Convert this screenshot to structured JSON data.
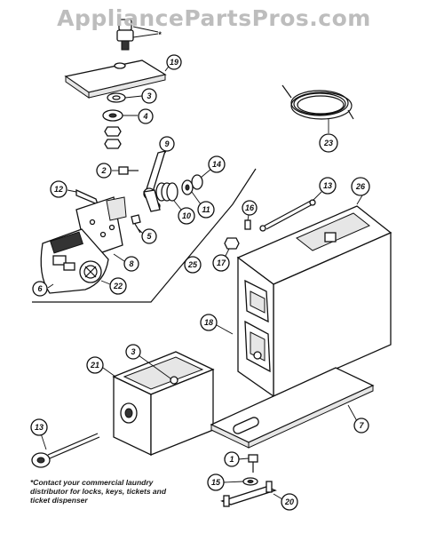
{
  "watermark": "AppliancePartsPros.com",
  "note": "*Contact your commercial laundry distributor for locks, keys, tickets and ticket dispenser",
  "asterisk": "*",
  "callouts": {
    "c19": "19",
    "c3a": "3",
    "c4": "4",
    "c23": "23",
    "c9": "9",
    "c2": "2",
    "c14": "14",
    "c12": "12",
    "c10": "10",
    "c11": "11",
    "c5": "5",
    "c8": "8",
    "c6": "6",
    "c22": "22",
    "c25": "25",
    "c16": "16",
    "c13a": "13",
    "c26": "26",
    "c17": "17",
    "c18": "18",
    "c3b": "3",
    "c21": "21",
    "c7": "7",
    "c13b": "13",
    "c1": "1",
    "c15": "15",
    "c20": "20"
  }
}
